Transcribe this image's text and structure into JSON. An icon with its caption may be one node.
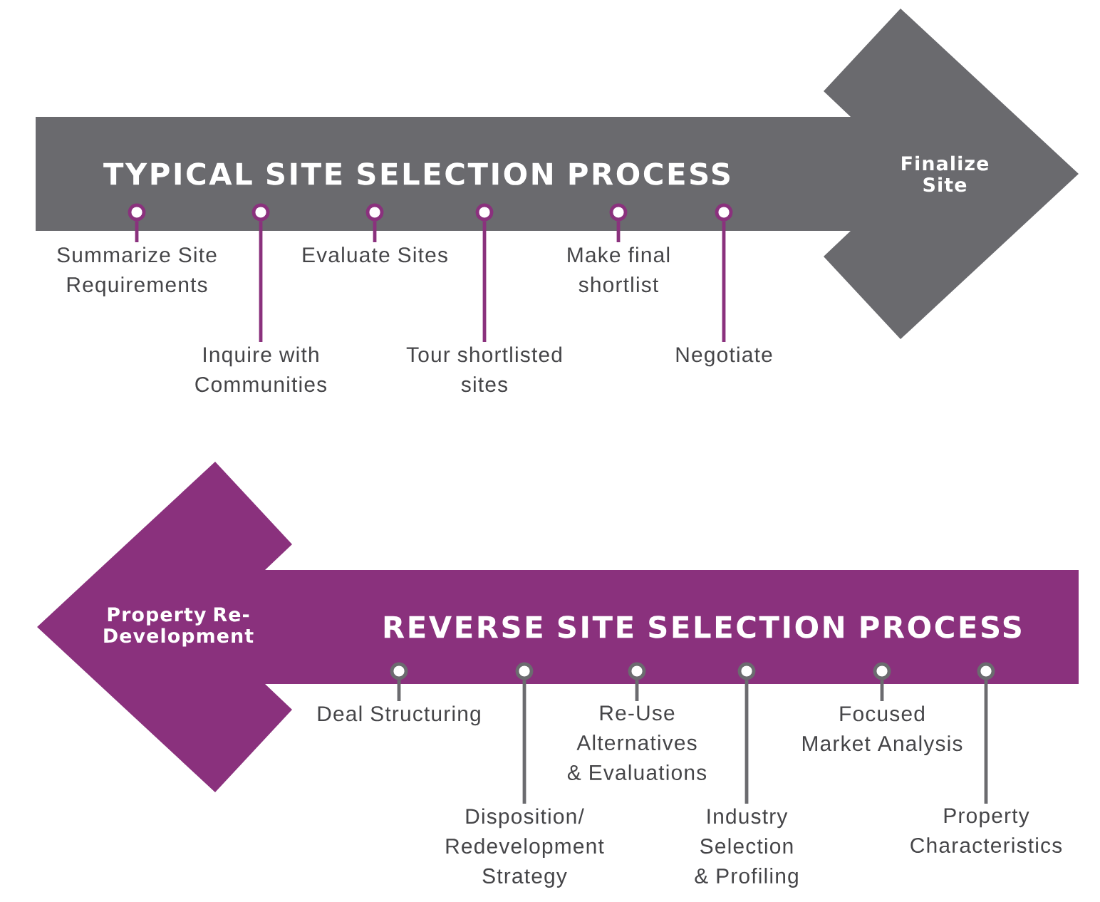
{
  "diagram": {
    "nodes": [
      {
        "text": [
          "TYPICAL SITE SELECTION PROCESS",
          "Finalize Site"
        ]
      },
      {
        "text": [],
        "shape": "circle",
        "in": 0
      },
      {
        "text": [],
        "shape": "circle",
        "in": 0
      },
      {
        "text": [],
        "shape": "circle",
        "in": 0
      },
      {
        "text": [],
        "shape": "circle",
        "in": 0
      },
      {
        "text": [],
        "shape": "circle",
        "in": 0
      },
      {
        "text": [],
        "shape": "circle",
        "in": 0
      },
      {
        "text": [
          "Summarize Site Requirements"
        ]
      },
      {
        "text": [
          "Inquire with Communities"
        ]
      },
      {
        "text": [
          "Evaluate Sites"
        ]
      },
      {
        "text": [
          "Tour shortlisted sites"
        ]
      },
      {
        "text": [
          "Make final shortlist"
        ]
      },
      {
        "text": [
          "Negotiate"
        ]
      },
      {
        "text": [
          "Property Re-Development",
          "REVERSE SITE SELECTION PROCESS"
        ]
      },
      {
        "text": [],
        "shape": "circle",
        "in": 13
      },
      {
        "text": [],
        "shape": "circle",
        "in": 13
      },
      {
        "text": [],
        "shape": "circle",
        "in": 13
      },
      {
        "text": [],
        "shape": "circle",
        "in": 13
      },
      {
        "text": [],
        "shape": "circle",
        "in": 13
      },
      {
        "text": [],
        "shape": "circle",
        "in": 13
      },
      {
        "text": [
          "Deal Structuring"
        ]
      },
      {
        "text": [
          "Disposition/ Redevelopment Strategy"
        ]
      },
      {
        "text": [
          "Re-Use Alternatives & Evaluations"
        ]
      },
      {
        "text": [
          "Industry Selection & Profiling"
        ]
      },
      {
        "text": [
          "Focused Market Analysis"
        ]
      },
      {
        "text": [
          "Property Characteristics"
        ]
      }
    ],
    "edges": [
      {
        "from": 7,
        "to": 1,
        "arrow": "none"
      },
      {
        "from": 8,
        "to": 2,
        "arrow": "none"
      },
      {
        "from": 9,
        "to": 3,
        "arrow": "none"
      },
      {
        "from": 10,
        "to": 4,
        "arrow": "none"
      },
      {
        "from": 11,
        "to": 5,
        "arrow": "none"
      },
      {
        "from": 12,
        "to": 6,
        "arrow": "none"
      },
      {
        "from": 20,
        "to": 14,
        "arrow": "none",
        "color": "#6b6b6f"
      },
      {
        "from": 21,
        "to": 15,
        "arrow": "none",
        "color": "#6b6b6f"
      },
      {
        "from": 22,
        "to": 16,
        "arrow": "none",
        "color": "#6b6b6f"
      },
      {
        "from": 23,
        "to": 17,
        "arrow": "none",
        "color": "#6b6b6f"
      },
      {
        "from": 24,
        "to": 18,
        "arrow": "none",
        "color": "#6b6b6f"
      },
      {
        "from": 25,
        "to": 19,
        "arrow": "none",
        "color": "#6b6b6f"
      }
    ]
  }
}
